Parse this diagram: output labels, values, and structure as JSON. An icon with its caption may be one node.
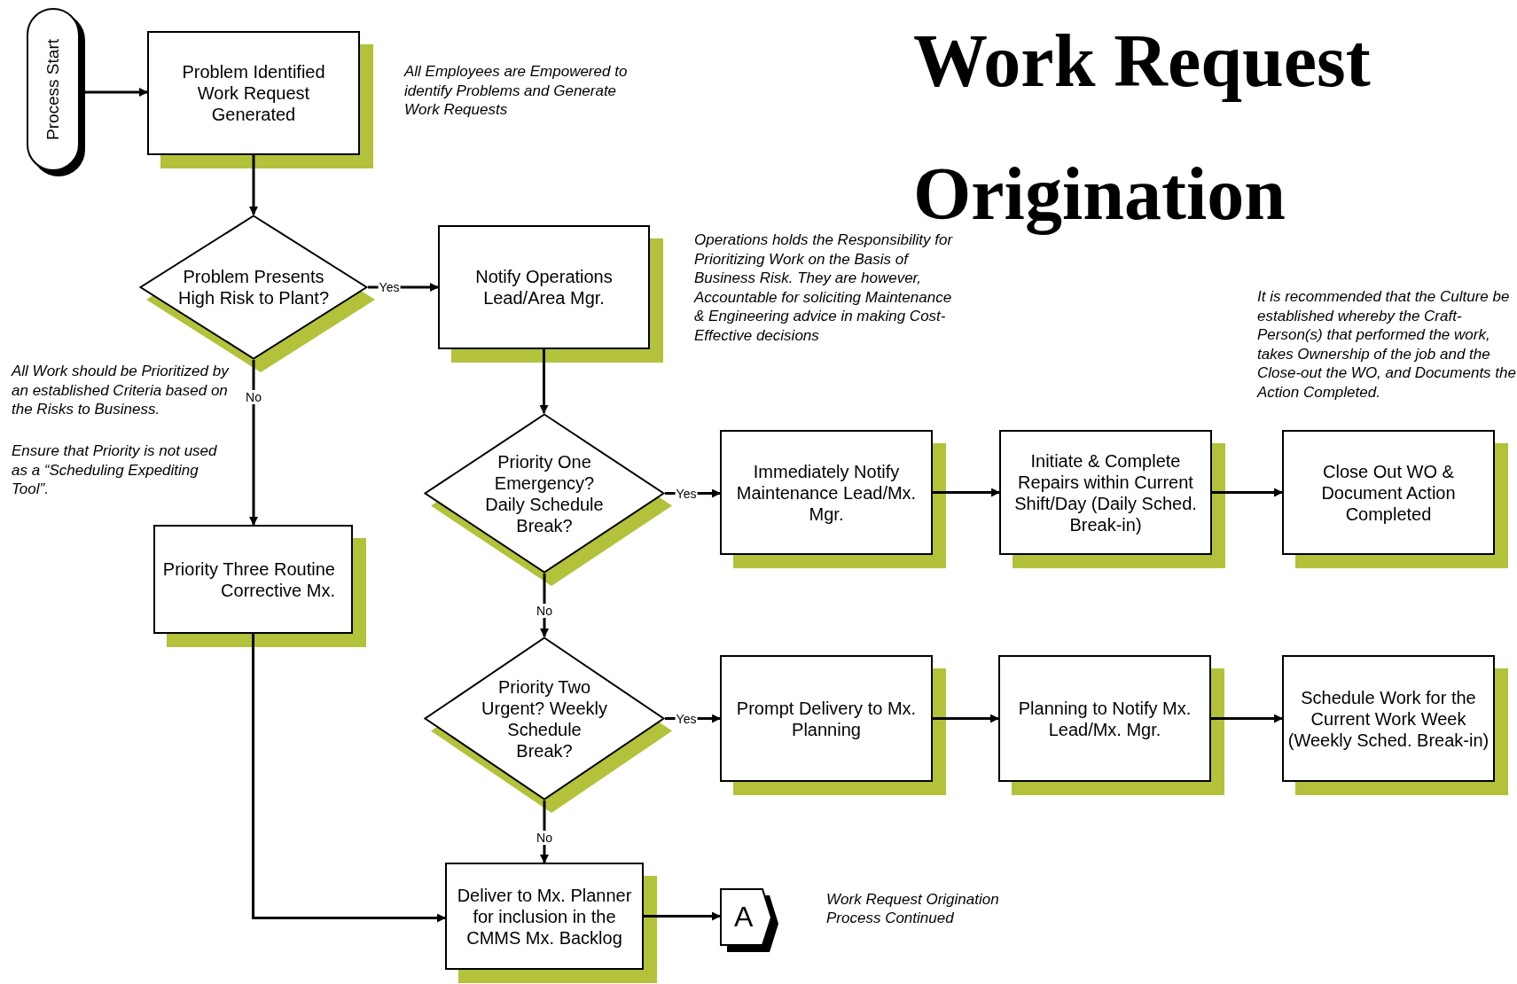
{
  "diagram": {
    "title": "Work Request Origination",
    "nodes": [
      {
        "text": [
          "Process Start"
        ]
      },
      {
        "text": [
          "Problem Identified Work Request Generated"
        ]
      },
      {
        "text": [
          "Problem Presents High Risk to Plant?"
        ]
      },
      {
        "text": [
          "Notify Operations Lead/Area Mgr."
        ]
      },
      {
        "text": [
          "Priority One Emergency? Daily Schedule Break?"
        ]
      },
      {
        "text": [
          "Immediately Notify Maintenance Lead/Mx. Mgr."
        ]
      },
      {
        "text": [
          "Initiate & Complete Repairs within Current Shift/Day (Daily Sched. Break-in)"
        ]
      },
      {
        "text": [
          "Close Out WO & Document Action Completed"
        ]
      },
      {
        "text": [
          "Priority Three Routine Corrective Mx."
        ]
      },
      {
        "text": [
          "Priority Two Urgent? Weekly Schedule Break?"
        ]
      },
      {
        "text": [
          "Prompt Delivery to Mx. Planning"
        ]
      },
      {
        "text": [
          "Planning to Notify Mx.  Lead/Mx. Mgr."
        ]
      },
      {
        "text": [
          "Schedule Work for the Current Work Week (Weekly Sched. Break-in)"
        ]
      },
      {
        "text": [
          "Deliver to Mx. Planner for inclusion in the CMMS Mx. Backlog"
        ]
      },
      {
        "text": [
          "A"
        ],
        "beside": [
          "Work Request Origination Process Continued"
        ]
      }
    ],
    "edges": [
      {
        "from": 0,
        "to": 1,
        "arrow": "to"
      },
      {
        "from": 1,
        "to": 2,
        "arrow": "to"
      },
      {
        "from": 2,
        "to": 3,
        "arrow": "to",
        "label": "Yes"
      },
      {
        "from": 2,
        "to": 8,
        "arrow": "to",
        "label": "No"
      },
      {
        "from": 3,
        "to": 4,
        "arrow": "to"
      },
      {
        "from": 4,
        "to": 5,
        "arrow": "to",
        "label": "Yes"
      },
      {
        "from": 5,
        "to": 6,
        "arrow": "to"
      },
      {
        "from": 6,
        "to": 7,
        "arrow": "to"
      },
      {
        "from": 4,
        "to": 9,
        "arrow": "to",
        "label": "No"
      },
      {
        "from": 9,
        "to": 10,
        "arrow": "to",
        "label": "Yes"
      },
      {
        "from": 10,
        "to": 11,
        "arrow": "to"
      },
      {
        "from": 11,
        "to": 12,
        "arrow": "to"
      },
      {
        "from": 9,
        "to": 13,
        "arrow": "to",
        "label": "No"
      },
      {
        "from": 8,
        "to": 13,
        "arrow": "to"
      },
      {
        "from": 13,
        "to": 14,
        "arrow": "to"
      }
    ],
    "labels": [
      "All Employees are Empowered to identify Problems and Generate Work Requests",
      "Operations holds the Responsibility for Prioritizing Work on the Basis of Business Risk. They are however, Accountable for soliciting Maintenance & Engineering advice in making Cost-Effective decisions",
      "It is recommended that the Culture be established whereby the Craft-Person(s) that performed the work, takes Ownership of the job and the Close-out the WO, and Documents the Action Completed.",
      "All Work should be Prioritized by an established Criteria based on the Risks to Business.",
      "Ensure that Priority is not used as a “Scheduling Expediting Tool”."
    ]
  }
}
